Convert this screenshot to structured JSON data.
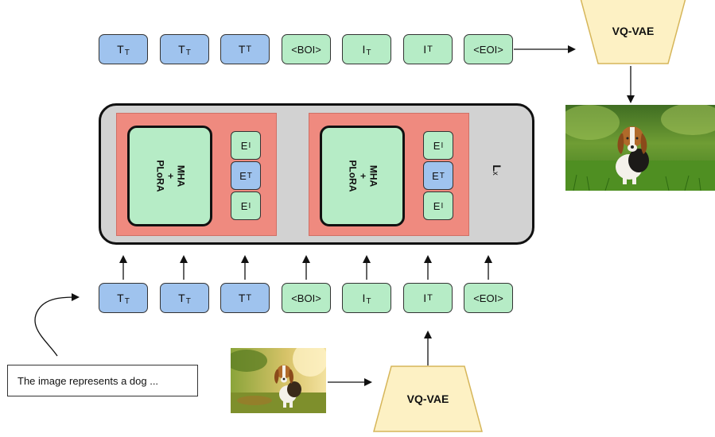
{
  "top_row": [
    {
      "main": "T",
      "sub": "T",
      "style": "sub",
      "kind": "blue"
    },
    {
      "main": "T",
      "sub": "T",
      "style": "sub",
      "kind": "blue"
    },
    {
      "main": "T",
      "sub": "T",
      "style": "sml",
      "kind": "blue"
    },
    {
      "main": "<BOI>",
      "sub": "",
      "style": "none",
      "kind": "green"
    },
    {
      "main": "I",
      "sub": "T",
      "style": "sub",
      "kind": "green"
    },
    {
      "main": "I",
      "sub": "T",
      "style": "sml",
      "kind": "green"
    },
    {
      "main": "<EOI>",
      "sub": "",
      "style": "none",
      "kind": "green"
    }
  ],
  "bottom_row": [
    {
      "main": "T",
      "sub": "T",
      "style": "sub",
      "kind": "blue"
    },
    {
      "main": "T",
      "sub": "T",
      "style": "sub",
      "kind": "blue"
    },
    {
      "main": "T",
      "sub": "T",
      "style": "sml",
      "kind": "blue"
    },
    {
      "main": "<BOI>",
      "sub": "",
      "style": "none",
      "kind": "green"
    },
    {
      "main": "I",
      "sub": "T",
      "style": "sub",
      "kind": "green"
    },
    {
      "main": "I",
      "sub": "T",
      "style": "sml",
      "kind": "green"
    },
    {
      "main": "<EOI>",
      "sub": "",
      "style": "none",
      "kind": "green"
    }
  ],
  "blocks": [
    {
      "mha_line1": "MHA",
      "mha_line2": "+",
      "mha_line3": "PLoRA",
      "experts": [
        {
          "main": "E",
          "sub": "I",
          "kind": "green"
        },
        {
          "main": "E",
          "sub": "T",
          "kind": "blue"
        },
        {
          "main": "E",
          "sub": "I",
          "kind": "green"
        }
      ]
    },
    {
      "mha_line1": "MHA",
      "mha_line2": "+",
      "mha_line3": "PLoRA",
      "experts": [
        {
          "main": "E",
          "sub": "I",
          "kind": "green"
        },
        {
          "main": "E",
          "sub": "T",
          "kind": "blue"
        },
        {
          "main": "E",
          "sub": "I",
          "kind": "green"
        }
      ]
    }
  ],
  "layers_label": "L",
  "layers_suffix": "x",
  "decoder_label": "VQ-VAE",
  "encoder_label": "VQ-VAE",
  "caption_text": "The image represents a dog ...",
  "colors": {
    "text_token": "#9fc3ee",
    "image_token": "#b6ecc6",
    "block": "#ef8a7f",
    "stack": "#d2d2d2",
    "vqvae": "#fdf1c4"
  }
}
